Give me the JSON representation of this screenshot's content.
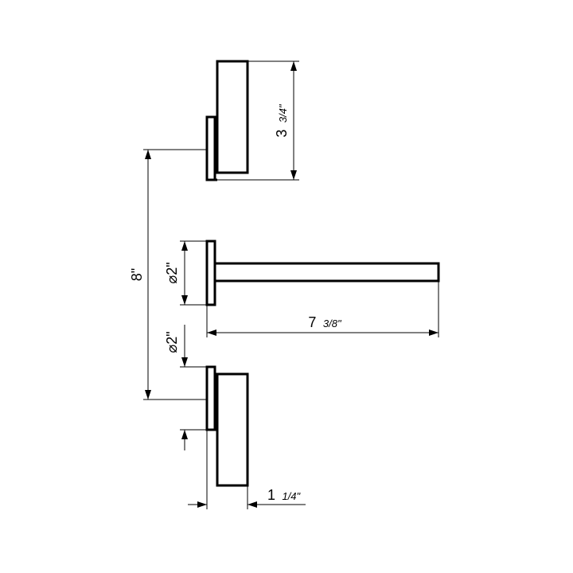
{
  "dimensions": {
    "spacing": {
      "label": "8\""
    },
    "handle_height": {
      "whole": "3",
      "fraction": "3/4\""
    },
    "spout_length": {
      "whole": "7",
      "fraction": "3/8\""
    },
    "spout_plate_diameter": {
      "symbol": "⌀",
      "value": "2\""
    },
    "handle_plate_diameter": {
      "symbol": "⌀",
      "value": "2\""
    },
    "handle_depth": {
      "whole": "1",
      "fraction": "1/4\""
    }
  }
}
